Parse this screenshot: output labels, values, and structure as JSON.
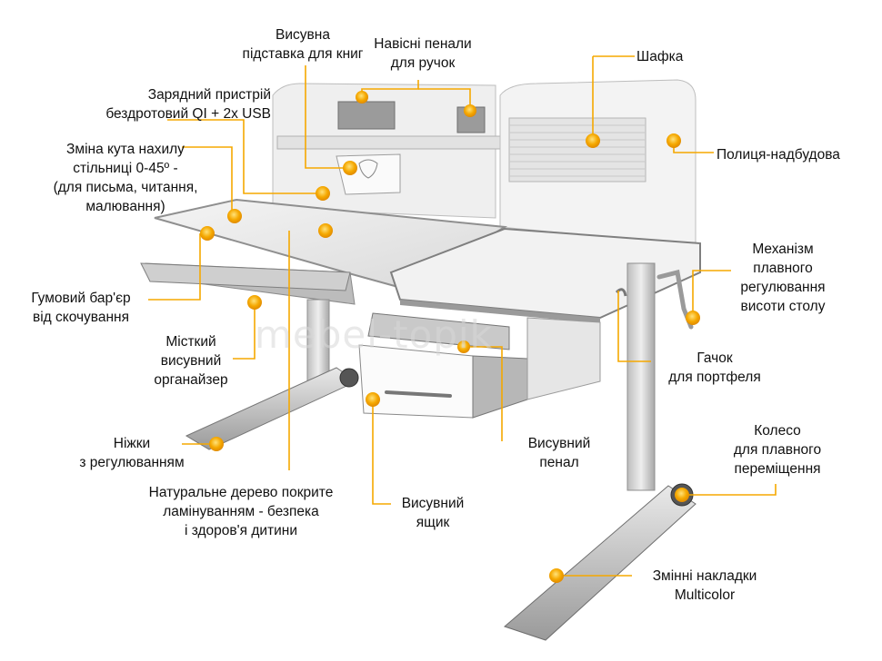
{
  "watermark": "mebel-topik",
  "accent_color": "#f5a800",
  "line_color": "#f5a800",
  "callouts": [
    {
      "id": "book-stand",
      "text": "Висувна\nпідставка для книг"
    },
    {
      "id": "pencil-cases",
      "text": "Навісні пенали\nдля ручок"
    },
    {
      "id": "cabinet",
      "text": "Шафка"
    },
    {
      "id": "charger",
      "text": "Зарядний пристрій\nбездротовий QI + 2x USB"
    },
    {
      "id": "tilt",
      "text": "Зміна кута нахилу\nстільниці 0-45º -\n(для письма, читання,\nмалювання)"
    },
    {
      "id": "shelf",
      "text": "Полиця-надбудова"
    },
    {
      "id": "height-mechanism",
      "text": "Механізм\nплавного\nрегулювання\nвисоти столу"
    },
    {
      "id": "rubber-barrier",
      "text": "Гумовий бар'єр\nвід скочування"
    },
    {
      "id": "organizer",
      "text": "Місткий\nвисувний\nорганайзер"
    },
    {
      "id": "hook",
      "text": "Гачок\nдля портфеля"
    },
    {
      "id": "pencil-drawer",
      "text": "Висувний\nпенал"
    },
    {
      "id": "legs",
      "text": "Ніжки\nз регулюванням"
    },
    {
      "id": "wheel",
      "text": "Колесо\nдля плавного\nпереміщення"
    },
    {
      "id": "wood",
      "text": "Натуральне дерево покрите\nламінуванням - безпека\nі здоров'я дитини"
    },
    {
      "id": "drawer",
      "text": "Висувний\nящик"
    },
    {
      "id": "covers",
      "text": "Змінні накладки\nMulticolor"
    }
  ]
}
